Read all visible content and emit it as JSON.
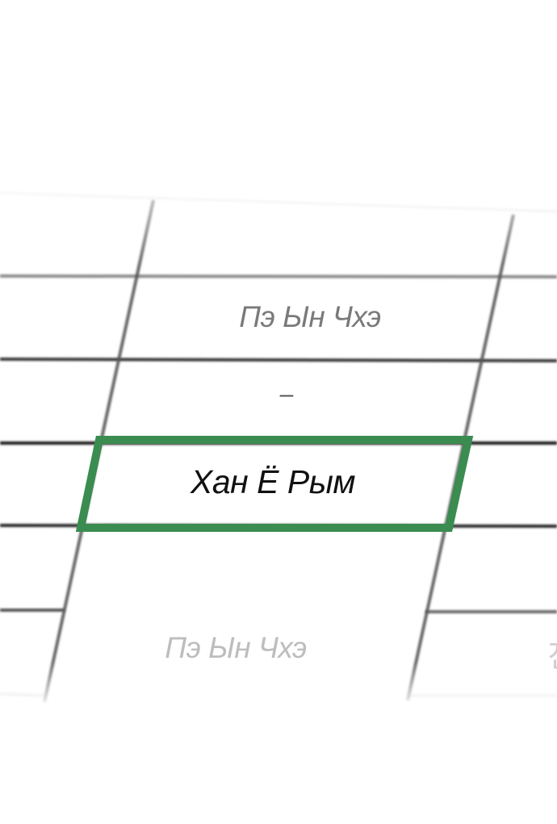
{
  "table": {
    "rows": [
      {
        "text": "Пэ Ын Чхэ",
        "state": "faded"
      },
      {
        "text": "–",
        "state": "faded"
      },
      {
        "text": "Хан Ё Рым",
        "state": "highlighted"
      },
      {
        "text": "Пэ Ын Чхэ",
        "state": "very-faded"
      }
    ],
    "edge_glyph": "진",
    "highlight_color": "#3a8c50"
  }
}
